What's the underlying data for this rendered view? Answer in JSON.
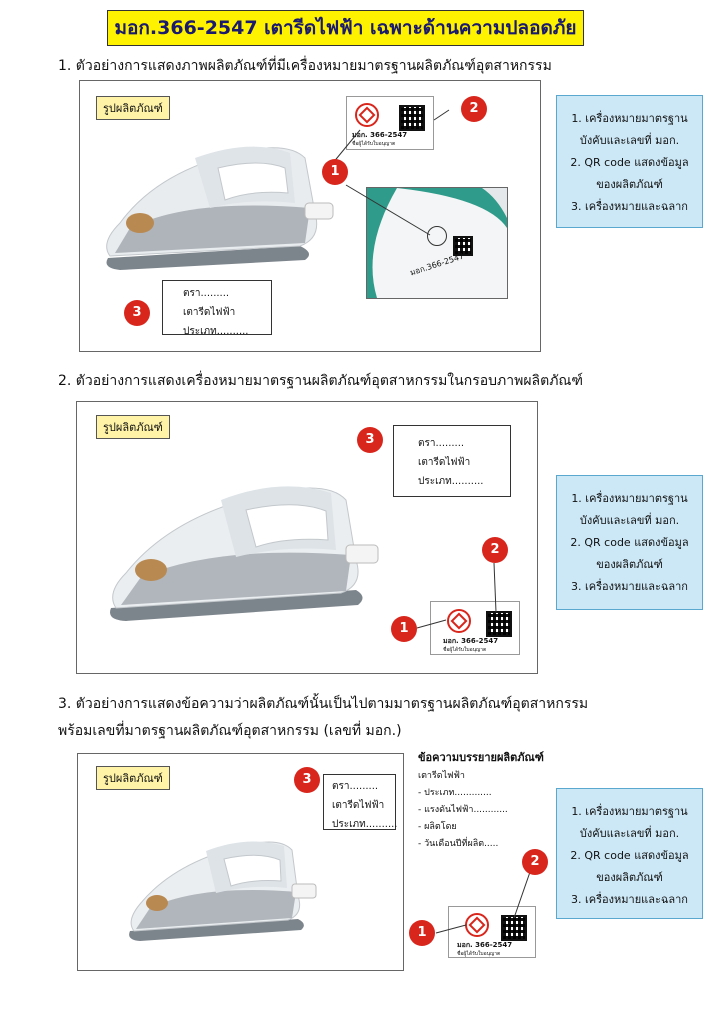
{
  "title": "มอก.366-2547 เตารีดไฟฟ้า เฉพาะด้านความปลอดภัย",
  "sections": [
    {
      "heading": "1. ตัวอย่างการแสดงภาพผลิตภัณฑ์ที่มีเครื่องหมายมาตรฐานผลิตภัณฑ์อุตสาหกรรม",
      "tag": "รูปผลิตภัณฑ์"
    },
    {
      "heading": "2. ตัวอย่างการแสดงเครื่องหมายมาตรฐานผลิตภัณฑ์อุตสาหกรรมในกรอบภาพผลิตภัณฑ์",
      "tag": "รูปผลิตภัณฑ์"
    },
    {
      "heading_line1": "3. ตัวอย่างการแสดงข้อความว่าผลิตภัณฑ์นั้นเป็นไปตามมาตรฐานผลิตภัณฑ์อุตสาหกรรม",
      "heading_line2": "พร้อมเลขที่มาตรฐานผลิตภัณฑ์อุตสาหกรรม (เลขที่ มอก.)",
      "tag": "รูปผลิตภัณฑ์"
    }
  ],
  "badges": {
    "one": "1",
    "two": "2",
    "three": "3"
  },
  "legend": {
    "line1a": "1. เครื่องหมายมาตรฐาน",
    "line1b": "บังคับและเลขที่ มอก.",
    "line2a": "2. QR code แสดงข้อมูล",
    "line2b": "ของผลิตภัณฑ์",
    "line3": "3. เครื่องหมายและฉลาก"
  },
  "label_box": {
    "brand": "ตรา.........",
    "product": "เตารีดไฟฟ้า",
    "type": "ประเภท.........."
  },
  "mark": {
    "standard_no": "มอก. 366-2547",
    "licensee": "ชื่อผู้ได้รับใบอนุญาต",
    "closeup_text": "มอก.366-2547"
  },
  "description": {
    "title": "ข้อความบรรยายผลิตภัณฑ์",
    "line1": "เตารีดไฟฟ้า",
    "line2": "- ประเภท.............",
    "line3": "- แรงดันไฟฟ้า............",
    "line4": "- ผลิตโดย",
    "line5": "- วันเดือนปีที่ผลิต....."
  },
  "colors": {
    "title_bg": "#fff200",
    "badge": "#d9261c",
    "legend_bg": "#cce8f6",
    "tag_bg": "#fff3a8"
  }
}
